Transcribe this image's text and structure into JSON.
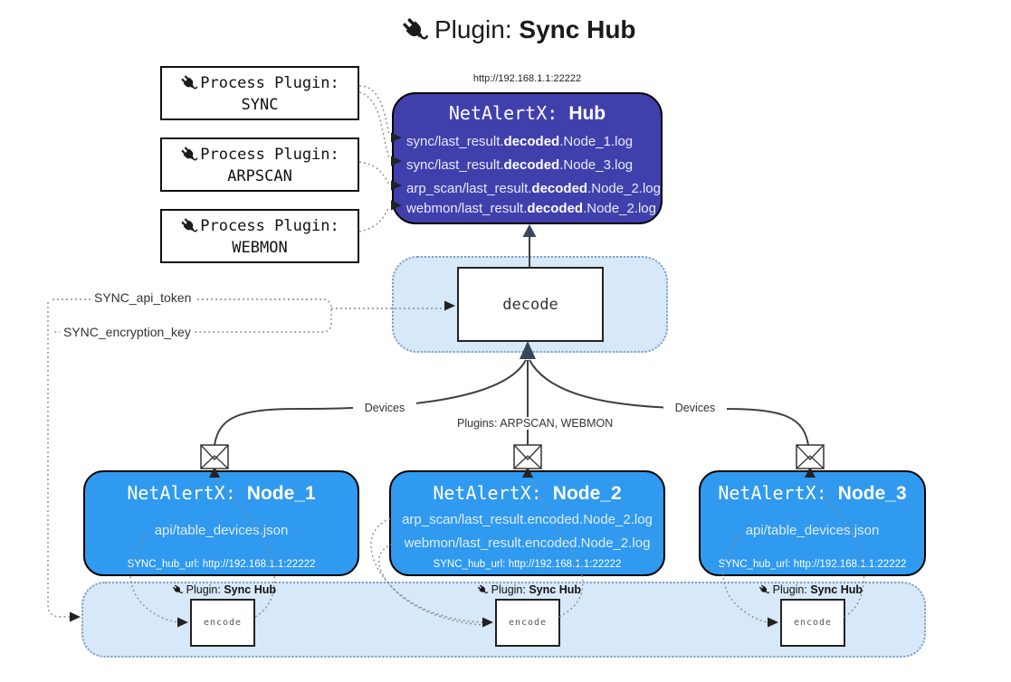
{
  "title": {
    "prefix": "Plugin: ",
    "bold": "Sync Hub"
  },
  "icons": {
    "plug": "plug-icon",
    "envelope": "envelope-icon"
  },
  "colors": {
    "hub-fill": "#4040ad",
    "node-fill": "#2f9aef",
    "band-fill": "#d7e8f8",
    "band-border": "#7e9ec4",
    "accent-dark-arrow": "#35485e"
  },
  "hub": {
    "url": "http://192.168.1.1:22222",
    "title_prefix": "NetAlertX: ",
    "title_bold": "Hub",
    "logs": [
      {
        "pre": "sync/last_result.",
        "bold": "decoded",
        "post": ".Node_1.log"
      },
      {
        "pre": "sync/last_result.",
        "bold": "decoded",
        "post": ".Node_3.log"
      },
      {
        "pre": "arp_scan/last_result.",
        "bold": "decoded",
        "post": ".Node_2.log"
      },
      {
        "pre": "webmon/last_result.",
        "bold": "decoded",
        "post": ".Node_2.log"
      }
    ]
  },
  "process_plugins": [
    {
      "label": "Process Plugin:",
      "name": "SYNC"
    },
    {
      "label": "Process Plugin:",
      "name": "ARPSCAN"
    },
    {
      "label": "Process Plugin:",
      "name": "WEBMON"
    }
  ],
  "decode_box": {
    "label": "decode"
  },
  "config_labels": {
    "api_token": "SYNC_api_token",
    "encryption_key": "SYNC_encryption_key"
  },
  "edge_labels": {
    "devices_left": "Devices",
    "plugins_center": "Plugins: ARPSCAN, WEBMON",
    "devices_right": "Devices"
  },
  "nodes": [
    {
      "title_prefix": "NetAlertX: ",
      "title_bold": "Node_1",
      "files": [
        "api/table_devices.json"
      ],
      "hub_url": "SYNC_hub_url: http://192.168.1.1:22222"
    },
    {
      "title_prefix": "NetAlertX: ",
      "title_bold": "Node_2",
      "files": [
        "arp_scan/last_result.encoded.Node_2.log",
        "webmon/last_result.encoded.Node_2.log"
      ],
      "hub_url": "SYNC_hub_url: http://192.168.1.1:22222"
    },
    {
      "title_prefix": "NetAlertX: ",
      "title_bold": "Node_3",
      "files": [
        "api/table_devices.json"
      ],
      "hub_url": "SYNC_hub_url: http://192.168.1.1:22222"
    }
  ],
  "sync_sections": [
    {
      "label_prefix": "Plugin: ",
      "label_bold": "Sync Hub",
      "encode": "encode"
    },
    {
      "label_prefix": "Plugin: ",
      "label_bold": "Sync Hub",
      "encode": "encode"
    },
    {
      "label_prefix": "Plugin: ",
      "label_bold": "Sync Hub",
      "encode": "encode"
    }
  ]
}
